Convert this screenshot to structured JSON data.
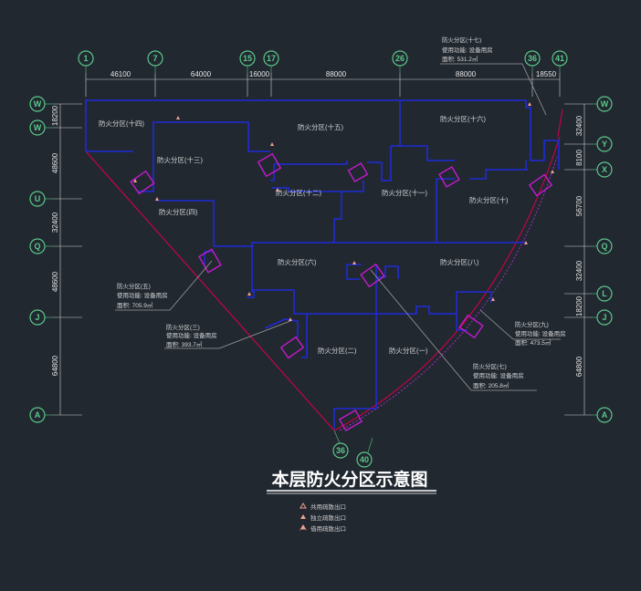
{
  "title": "本层防火分区示意图",
  "colors": {
    "background": "#212830",
    "boundary": "#1f2ad8",
    "axis": "#5cc78a",
    "outline_red": "#d0004a",
    "stair": "#c51acf",
    "leader": "#9c9c9c",
    "exit": "#f0a090"
  },
  "top_dims": [
    "46100",
    "64000",
    "16000",
    "88000",
    "88000",
    "18550"
  ],
  "left_dims": [
    "18200",
    "48600",
    "32400",
    "48600",
    "64800"
  ],
  "right_dims": [
    "32400",
    "8100",
    "56700",
    "32400",
    "18200",
    "64800"
  ],
  "top_grid": [
    "1",
    "7",
    "15",
    "17",
    "26",
    "36",
    "41"
  ],
  "left_grid": [
    "W",
    "W",
    "U",
    "Q",
    "J",
    "A"
  ],
  "right_grid": [
    "W",
    "Y",
    "X",
    "Q",
    "L",
    "J",
    "A"
  ],
  "bottom_grid": [
    "36",
    "40"
  ],
  "zones": [
    "防火分区(十四)",
    "防火分区(十五)",
    "防火分区(十六)",
    "防火分区(十三)",
    "防火分区(十二)",
    "防火分区(十一)",
    "防火分区(十)",
    "防火分区(四)",
    "防火分区(六)",
    "防火分区(八)",
    "防火分区(二)",
    "防火分区(一)"
  ],
  "notes": [
    {
      "lines": [
        "防火分区(十七)",
        "使用功能: 设备用房",
        "面积: 531.2㎡"
      ]
    },
    {
      "lines": [
        "防火分区(五)",
        "使用功能: 设备用房",
        "面积: 705.9㎡"
      ]
    },
    {
      "lines": [
        "防火分区(三)",
        "使用功能: 设备用房",
        "面积: 393.7㎡"
      ]
    },
    {
      "lines": [
        "防火分区(九)",
        "使用功能: 设备用房",
        "面积: 473.5㎡"
      ]
    },
    {
      "lines": [
        "防火分区(七)",
        "使用功能: 设备用房",
        "面积: 205.8㎡"
      ]
    }
  ],
  "legend": [
    "共用疏散出口",
    "独立疏散出口",
    "借用疏散出口"
  ]
}
